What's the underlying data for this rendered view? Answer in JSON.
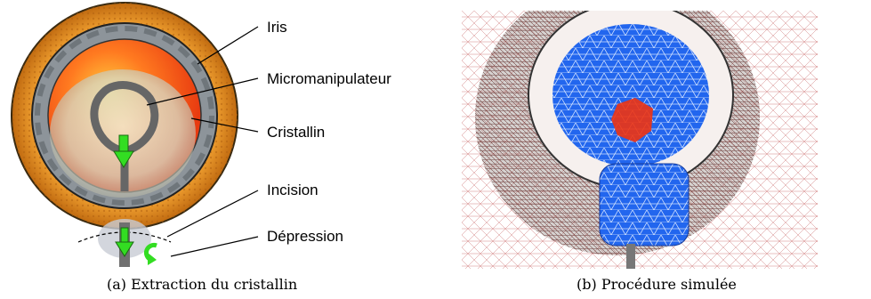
{
  "panel_a": {
    "labels": {
      "iris": "Iris",
      "micromanipulateur": "Micromanipulateur",
      "cristallin": "Cristallin",
      "incision": "Incision",
      "depression": "Dépression"
    },
    "caption": "(a) Extraction du cristallin"
  },
  "panel_b": {
    "caption": "(b) Procédure simulée"
  },
  "colors": {
    "outer_ring": "#e08a1c",
    "iris_ring": "#8a9096",
    "arrow": "#33dd22",
    "red_region": "#ee3311",
    "blue_mesh": "#2266ee"
  }
}
